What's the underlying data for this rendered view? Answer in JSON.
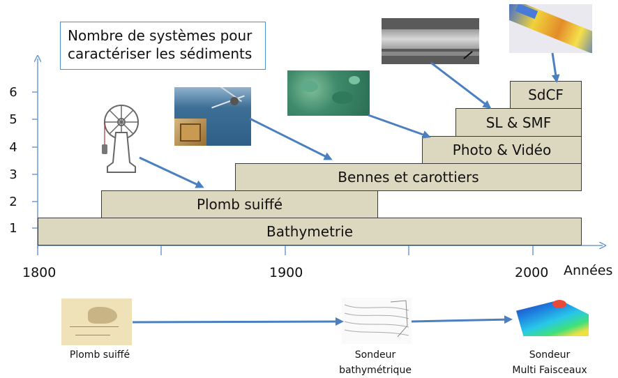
{
  "title_box": {
    "line1": "Nombre de systèmes pour",
    "line2": "caractériser les sédiments"
  },
  "y_axis": {
    "levels": [
      "1",
      "2",
      "3",
      "4",
      "5",
      "6"
    ]
  },
  "x_axis": {
    "years": [
      "1800",
      "1900",
      "2000"
    ],
    "label": "Années"
  },
  "bars": {
    "bathymetrie": {
      "label": "Bathymetrie",
      "level": 1,
      "start": 1800,
      "end": 2020
    },
    "plomb": {
      "label": "Plomb suiffé",
      "level": 2,
      "start": 1826,
      "end": 1938
    },
    "bennes": {
      "label": "Bennes et carottiers",
      "level": 3,
      "start": 1880,
      "end": 2020
    },
    "photo": {
      "label": "Photo & Vidéo",
      "level": 4,
      "start": 1953,
      "end": 2020
    },
    "sl": {
      "label": "SL & SMF",
      "level": 5,
      "start": 1967,
      "end": 2020
    },
    "sdcf": {
      "label": "SdCF",
      "level": 6,
      "start": 1992,
      "end": 2020
    }
  },
  "bottom": {
    "plomb_caption": "Plomb suiffé",
    "sondeur_line1": "Sondeur",
    "sondeur_line2": "bathymétrique",
    "multi_line1": "Sondeur",
    "multi_line2": "Multi Faisceaux"
  },
  "colors": {
    "axis": "#6c9bd2",
    "arrow": "#4a7fc0",
    "bar_fill": "#dcd7bf",
    "title_border": "#4a90c8"
  }
}
